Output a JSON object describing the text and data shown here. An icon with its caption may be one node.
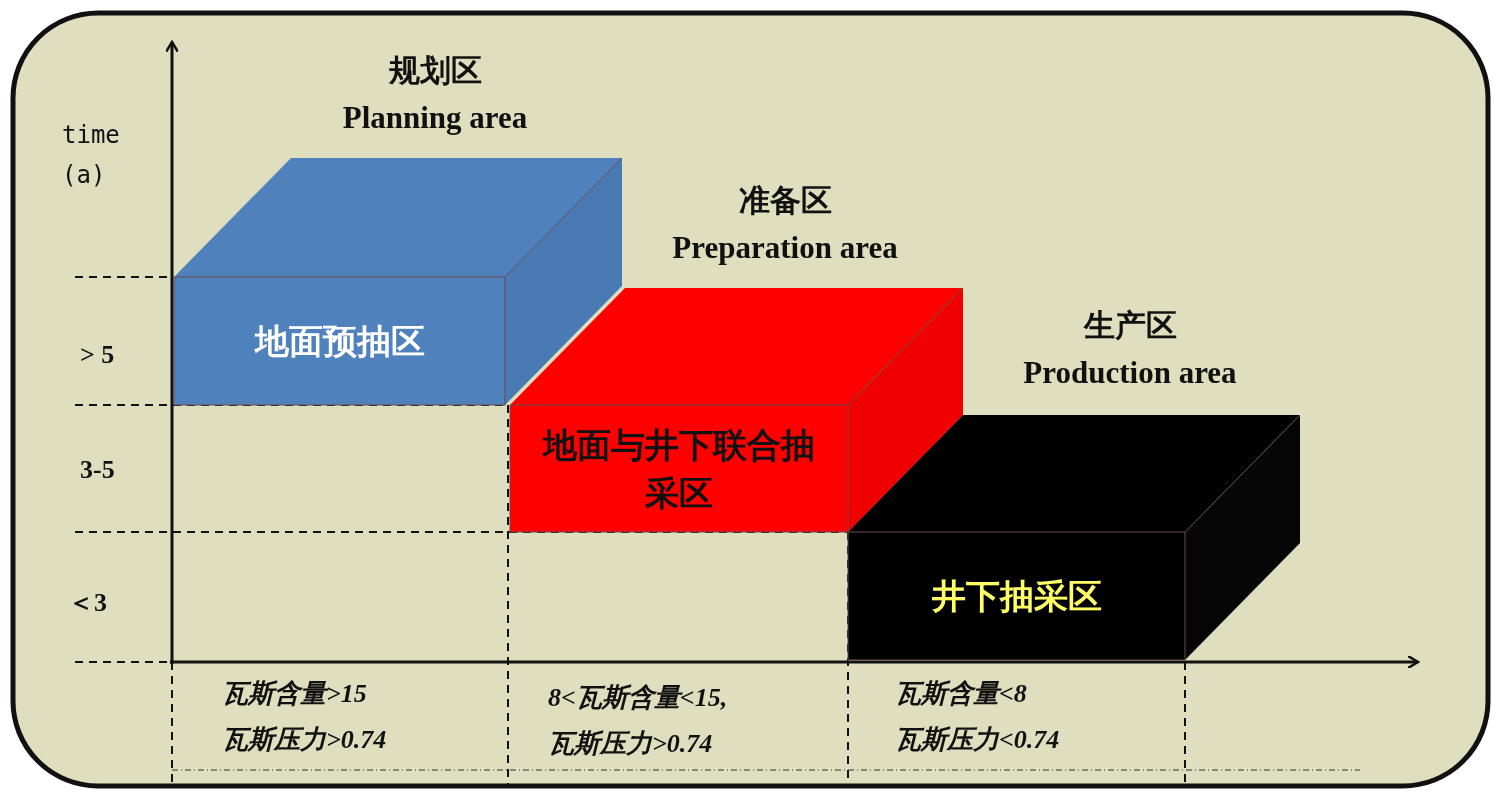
{
  "diagram": {
    "nodes": [
      {
        "text": [
          "规划区",
          "Planning area",
          "地面预抽区"
        ]
      },
      {
        "text": [
          "准备区",
          "Preparation area",
          "地面与井下联合抽采区"
        ]
      },
      {
        "text": [
          "生产区",
          "Production area",
          "井下抽采区"
        ]
      }
    ],
    "edges": [],
    "labels": [
      "time (a)",
      "> 5",
      "3-5",
      "＜3",
      "瓦斯含量>15",
      "瓦斯压力>0.74",
      "8<瓦斯含量<15,",
      "瓦斯压力>0.74",
      "瓦斯含量<8",
      "瓦斯压力<0.74"
    ]
  }
}
